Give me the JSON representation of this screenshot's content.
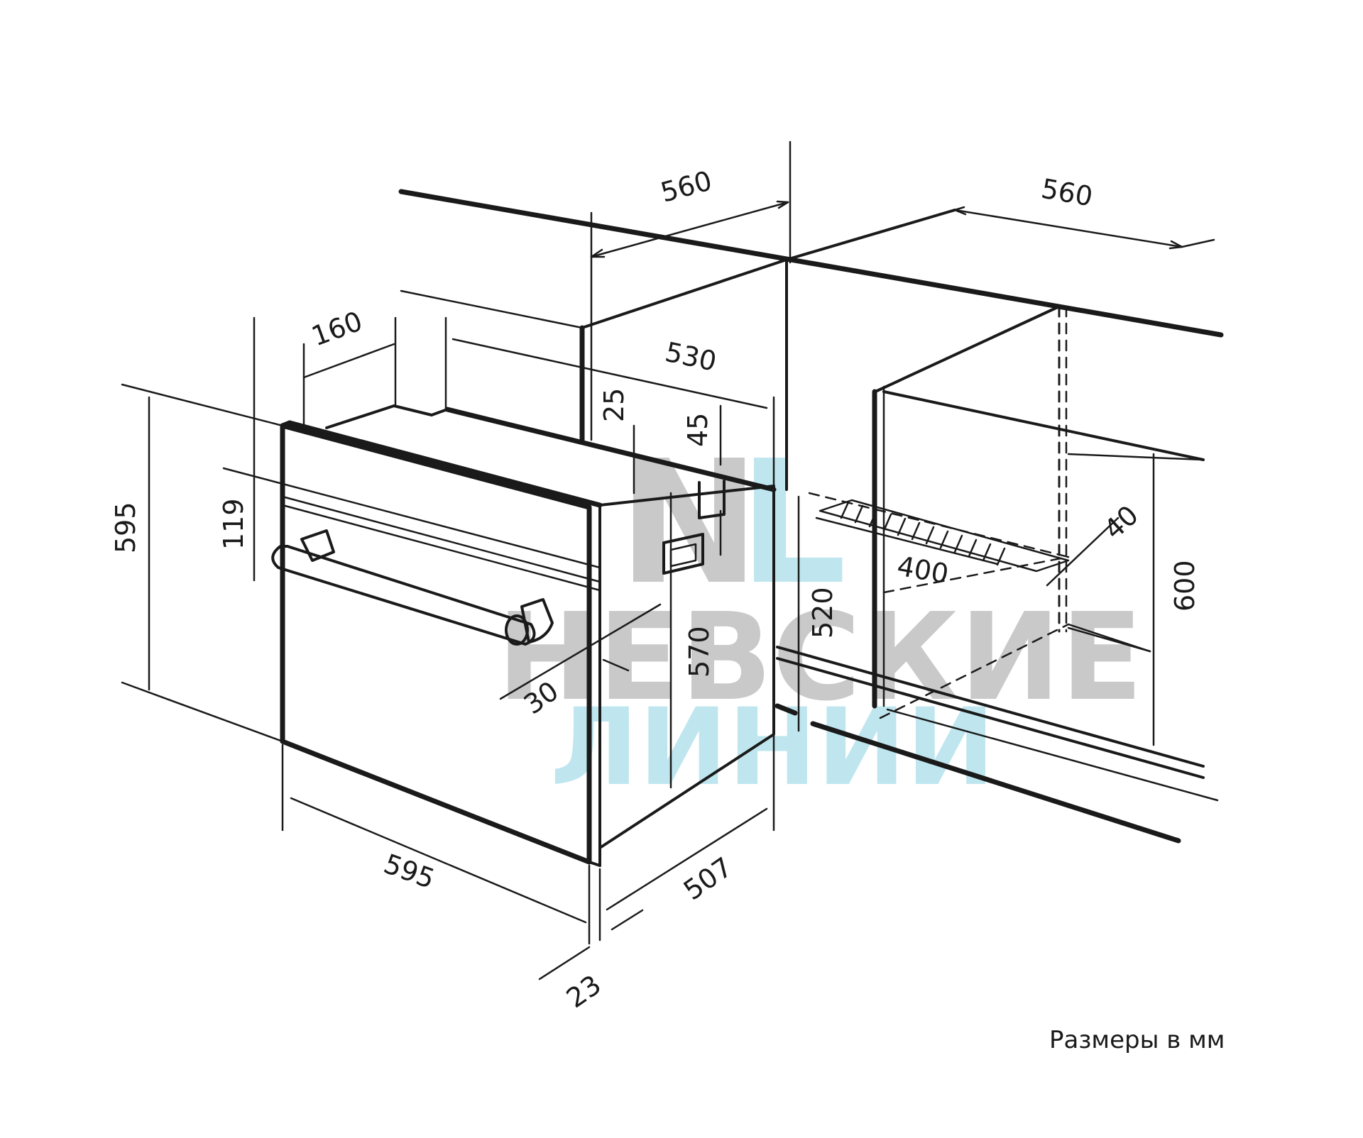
{
  "dimensions": {
    "niche_width": "560",
    "niche_depth": "560",
    "top_vent_depth": "160",
    "vent_length": "530",
    "vent_height": "25",
    "side_gap": "45",
    "control_panel_height": "119",
    "oven_height": "595",
    "oven_width": "595",
    "oven_depth": "507",
    "front_thickness": "23",
    "handle_projection": "30",
    "body_height": "570",
    "niche_inner_height": "520",
    "niche_height": "600",
    "floor_vent_length": "400",
    "floor_vent_width": "40"
  },
  "footnote": "Размеры в мм",
  "watermark": {
    "logo_letters": "NL",
    "line1": "НЕВСКИЕ",
    "line2": "ЛИНИИ",
    "gray": "#c9c9c9",
    "blue": "#bfe6ef"
  }
}
